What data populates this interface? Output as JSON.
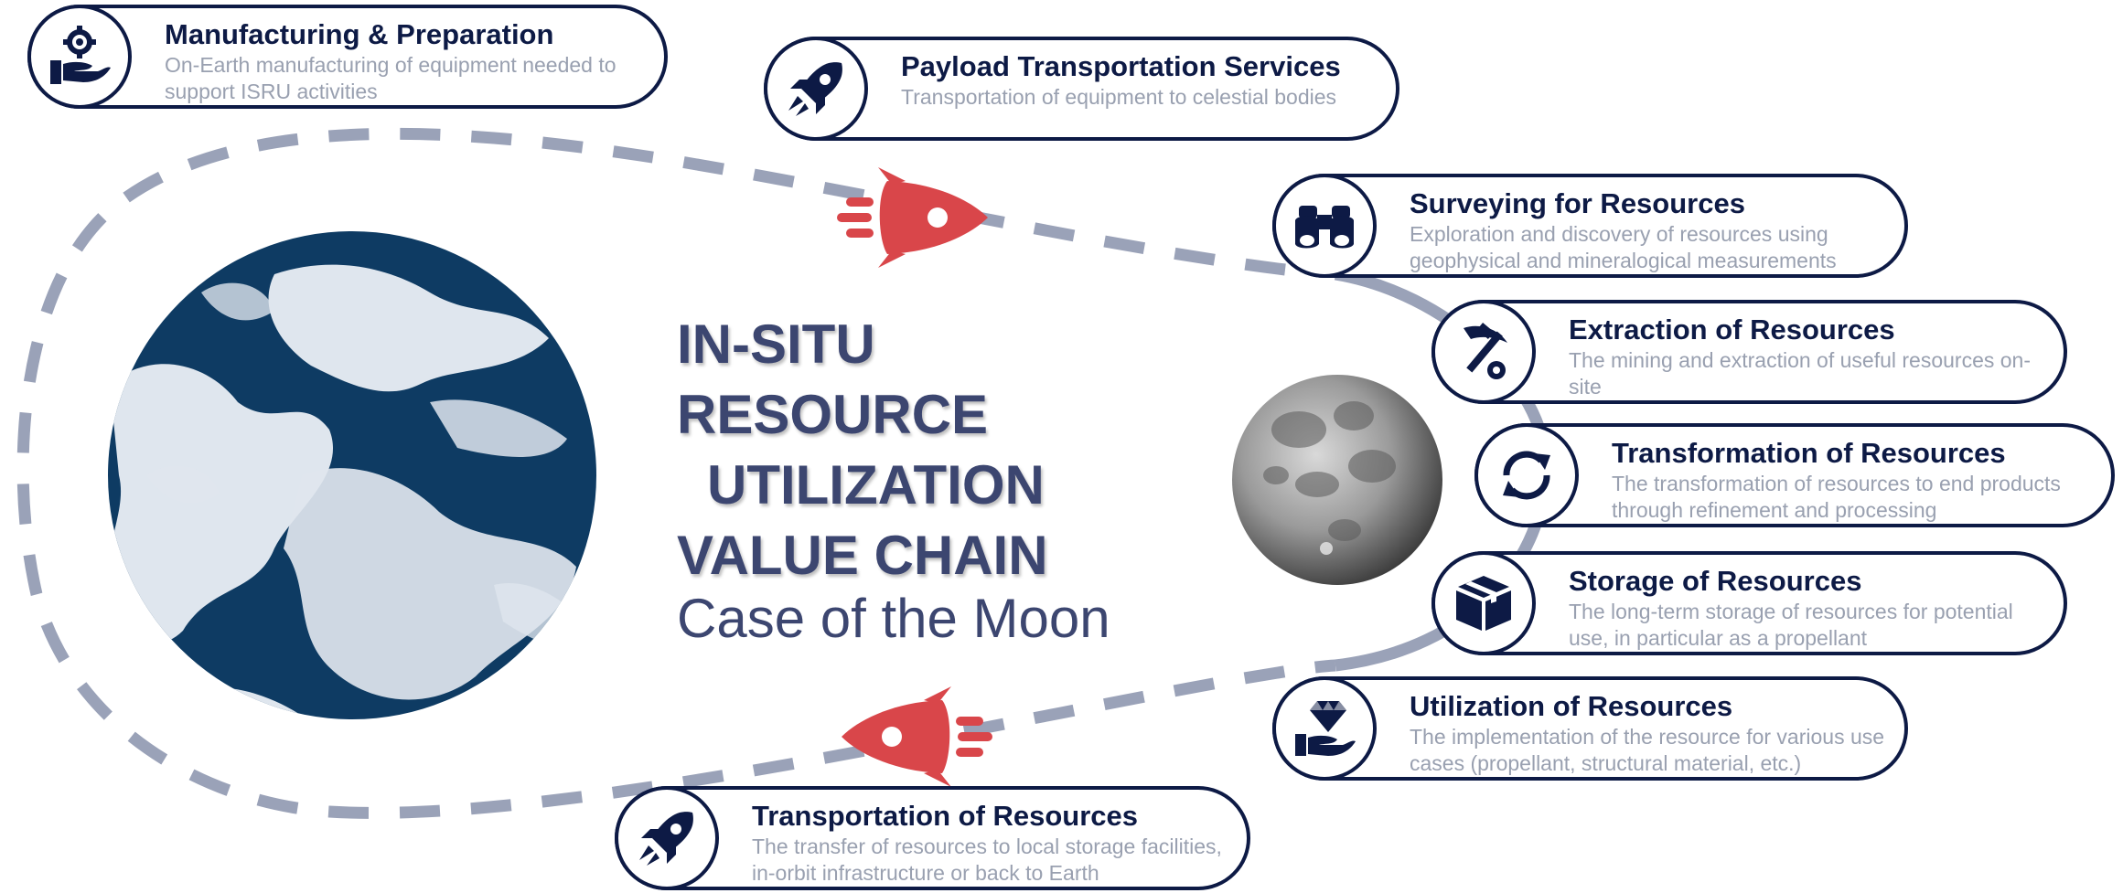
{
  "title": {
    "line1": "IN-SITU",
    "line2": "RESOURCE",
    "line3": "UTILIZATION",
    "line4": "VALUE CHAIN",
    "subtitle": "Case of the Moon"
  },
  "colors": {
    "navy": "#0d1a45",
    "gray_text": "#99a0b0",
    "path": "#9aa2b8",
    "rocket": "#d9464a",
    "earth_dark": "#0e3b63",
    "earth_light": "#dfe6ee"
  },
  "steps": [
    {
      "id": "manufacturing",
      "icon": "hand-gear-icon",
      "title": "Manufacturing & Preparation",
      "description": "On-Earth manufacturing of equipment needed to support ISRU activities"
    },
    {
      "id": "payload",
      "icon": "rocket-icon",
      "title": "Payload Transportation Services",
      "description": "Transportation of equipment to celestial bodies"
    },
    {
      "id": "surveying",
      "icon": "binoculars-icon",
      "title": "Surveying for Resources",
      "description": "Exploration and discovery of resources using geophysical and mineralogical measurements"
    },
    {
      "id": "extraction",
      "icon": "pickaxe-icon",
      "title": "Extraction of Resources",
      "description": "The mining and extraction of useful resources on-site"
    },
    {
      "id": "transformation",
      "icon": "cycle-arrows-icon",
      "title": "Transformation of Resources",
      "description": "The transformation of resources to end products through refinement and processing"
    },
    {
      "id": "storage",
      "icon": "box-icon",
      "title": "Storage of Resources",
      "description": "The long-term storage of resources for potential use, in particular as a propellant"
    },
    {
      "id": "utilization",
      "icon": "hand-diamond-icon",
      "title": "Utilization of Resources",
      "description": "The implementation of the resource for various use cases (propellant, structural material, etc.)"
    },
    {
      "id": "transport-resources",
      "icon": "rocket-icon",
      "title": "Transportation of Resources",
      "description": "The transfer of resources to local storage facilities, in-orbit infrastructure or back to Earth"
    }
  ]
}
